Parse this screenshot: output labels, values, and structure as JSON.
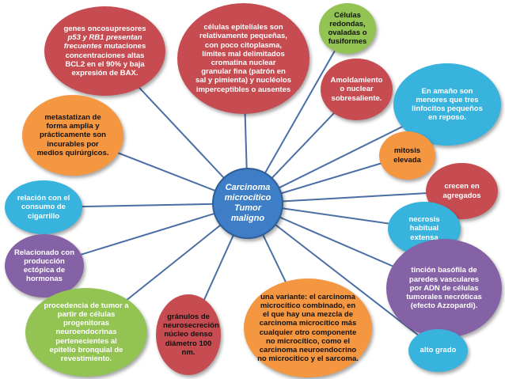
{
  "center": {
    "label": "Carcinoma microcítico Tumor maligno",
    "color": "#3d7ec6"
  },
  "nodes": [
    {
      "id": "oncosupresores",
      "color": "#c64c51",
      "parts": [
        {
          "t": "genes oncosupresores ",
          "i": false
        },
        {
          "t": "p53 y RB1 presentan frecuentes",
          "i": true
        },
        {
          "t": " mutaciones concentraciones altas BCL2 en el 90% y baja expresión de BAX.",
          "i": false
        }
      ]
    },
    {
      "id": "celulas-epiteliales",
      "color": "#c64c51",
      "parts": [
        {
          "t": "células epiteliales son relativamente pequeñas, con poco citoplasma, límites mal delimitados cromatina nuclear granular fina (patrón en sal y pimienta) y nucléolos imperceptibles o ausentes",
          "i": false
        }
      ]
    },
    {
      "id": "redondas",
      "color": "#92c353",
      "parts": [
        {
          "t": "Células redondas, ovaladas o fusiformes",
          "i": false
        }
      ]
    },
    {
      "id": "amoldamiento",
      "color": "#c64c51",
      "parts": [
        {
          "t": "Amoldamiento o nuclear sobresaliente.",
          "i": false
        }
      ]
    },
    {
      "id": "tamano",
      "color": "#37b3dd",
      "parts": [
        {
          "t": "En amaño son menores que tres linfocitos pequeños en reposo.",
          "i": false
        }
      ]
    },
    {
      "id": "metastatizan",
      "color": "#f59640",
      "parts": [
        {
          "t": "metastatizan de forma amplia y prácticamente son incurables por medios quirúrgicos.",
          "i": false
        }
      ]
    },
    {
      "id": "mitosis",
      "color": "#f59640",
      "parts": [
        {
          "t": "mitosis elevada",
          "i": false
        }
      ]
    },
    {
      "id": "agregados",
      "color": "#c64c51",
      "parts": [
        {
          "t": "crecen en agregados",
          "i": false
        }
      ]
    },
    {
      "id": "cigarrillo",
      "color": "#37b3dd",
      "parts": [
        {
          "t": "relación con el consumo de cigarrillo",
          "i": false
        }
      ]
    },
    {
      "id": "necrosis",
      "color": "#37b3dd",
      "parts": [
        {
          "t": "necrosis habitual extensa",
          "i": false
        }
      ]
    },
    {
      "id": "hormonas",
      "color": "#8561a6",
      "parts": [
        {
          "t": "Relacionado con producción ectópica de hormonas",
          "i": false
        }
      ]
    },
    {
      "id": "tincion",
      "color": "#8561a6",
      "parts": [
        {
          "t": "tinción basófila de paredes vasculares por ADN de células tumorales necróticas (efecto Azzopardi).",
          "i": false
        }
      ]
    },
    {
      "id": "procedencia",
      "color": "#92c353",
      "parts": [
        {
          "t": "procedencia de tumor a partir de células progenitoras neuroendocrinas pertenecientes al epitelio bronquial de revestimiento.",
          "i": false
        }
      ]
    },
    {
      "id": "granulos",
      "color": "#c64c51",
      "parts": [
        {
          "t": "gránulos de neurosecreción núcleo denso diámetro 100 nm.",
          "i": false
        }
      ]
    },
    {
      "id": "variante",
      "color": "#f59640",
      "parts": [
        {
          "t": "una variante: el carcinoma microcítico combinado, en el que hay una mezcla de carcinoma microcítico más cualquier otro componente no microcítico, como el carcinoma neuroendocrino no microcítico y el sarcoma.",
          "i": false
        }
      ]
    },
    {
      "id": "alto-grado",
      "color": "#37b3dd",
      "parts": [
        {
          "t": "alto grado",
          "i": false
        }
      ]
    }
  ],
  "connector_color": "#4a6fa5"
}
